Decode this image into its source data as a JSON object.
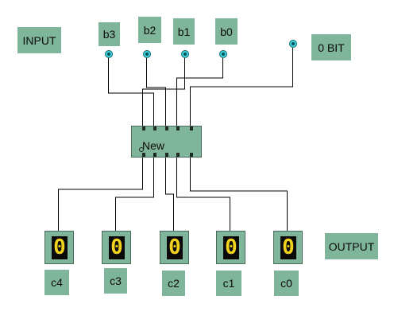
{
  "labels": {
    "input": "INPUT",
    "output": "OUTPUT",
    "bit": "0 BIT"
  },
  "inputs": [
    {
      "name": "b3"
    },
    {
      "name": "b2"
    },
    {
      "name": "b1"
    },
    {
      "name": "b0"
    }
  ],
  "chip": {
    "label": "New"
  },
  "outputs": [
    {
      "name": "c4",
      "digit": "0"
    },
    {
      "name": "c3",
      "digit": "0"
    },
    {
      "name": "c2",
      "digit": "0"
    },
    {
      "name": "c1",
      "digit": "0"
    },
    {
      "name": "c0",
      "digit": "0"
    }
  ],
  "colors": {
    "component": "#7fb59a",
    "probe": "#3ed6e0",
    "segment_on": "#f2d21f",
    "wire": "#000000"
  }
}
